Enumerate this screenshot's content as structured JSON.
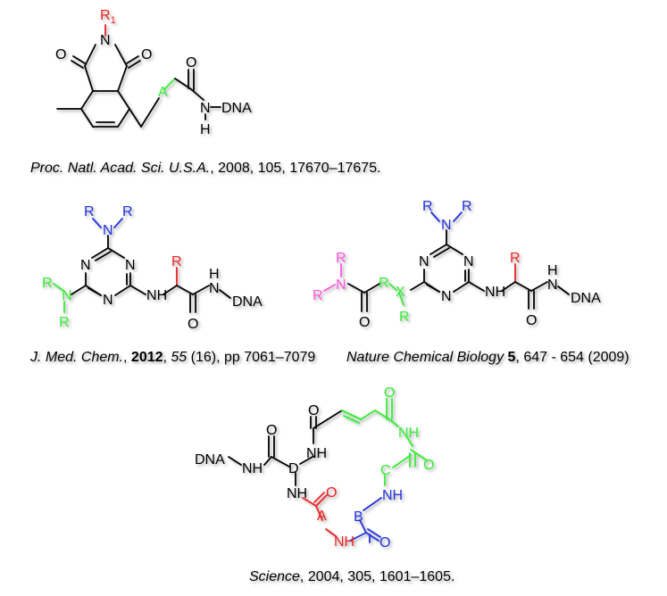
{
  "colors": {
    "black": "#000000",
    "red": "#ee2222",
    "green": "#33ee33",
    "blue": "#2233dd",
    "magenta": "#ff55dd"
  },
  "atoms": {
    "R": "R",
    "R1_base": "R",
    "R1_sub": "1",
    "O": "O",
    "N": "N",
    "H": "H",
    "NH": "NH",
    "A": "A",
    "B": "B",
    "C": "C",
    "D": "D",
    "X": "X",
    "DNA": "DNA"
  },
  "captions": {
    "pnas": {
      "journal": "Proc. Natl. Acad. Sci. U.S.A.",
      "rest": ", 2008, 105, 17670–17675."
    },
    "jmc": {
      "journal": "J. Med. Chem.",
      "sep1": ", ",
      "year": "2012",
      "sep2": ", ",
      "volume": "55",
      "rest": " (16), pp 7061–7079"
    },
    "ncb": {
      "journal": "Nature Chemical Biology ",
      "volume": "5",
      "rest": ", 647 - 654 (2009)"
    },
    "science": {
      "journal": "Science",
      "rest": ", 2004, 305, 1601–1605."
    }
  }
}
